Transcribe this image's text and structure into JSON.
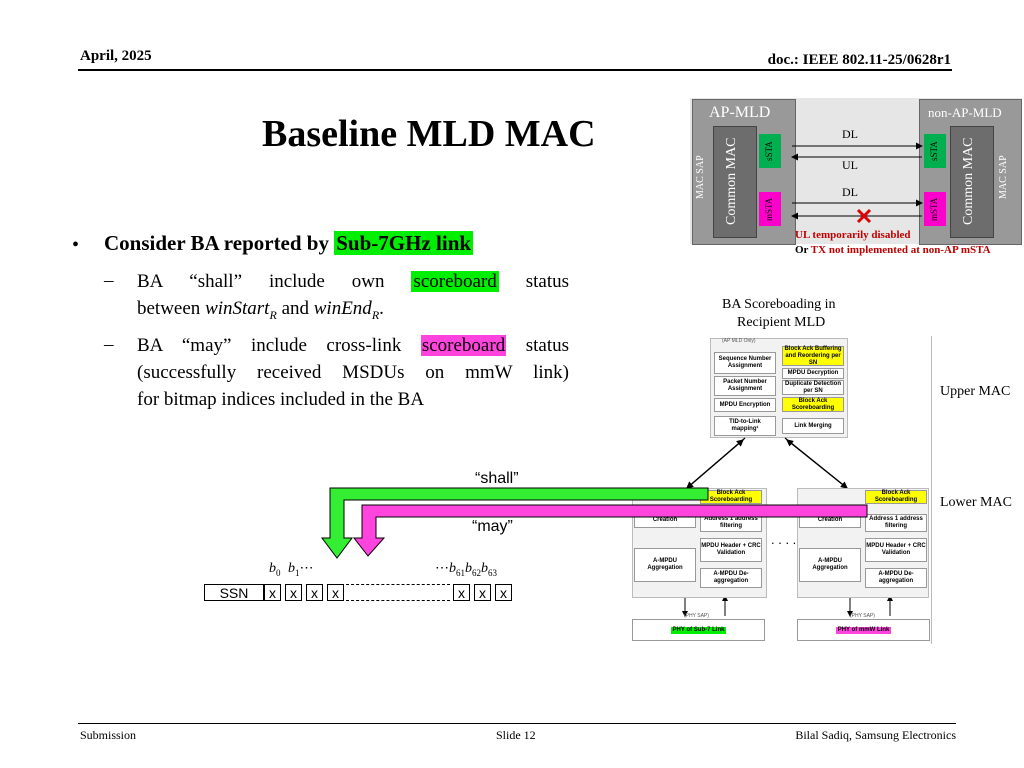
{
  "header": {
    "date": "April, 2025",
    "doc": "doc.: IEEE 802.11-25/0628r1"
  },
  "title": "Baseline MLD MAC",
  "bullet": {
    "prefix": "Consider BA reported by ",
    "highlight": "Sub-7GHz link"
  },
  "sub1": {
    "l1_a": "BA “shall” include own ",
    "l1_hl": "scoreboard",
    "l1_b": " status",
    "l2_a": "between ",
    "l2_var1": "winStart",
    "l2_sub1": "R",
    "l2_mid": " and ",
    "l2_var2": "winEnd",
    "l2_sub2": "R",
    "l2_end": "."
  },
  "sub2": {
    "l1_a": "BA “may” include cross-link ",
    "l1_hl": "scoreboard",
    "l1_b": " status",
    "l2": "(successfully received MSDUs on mmW link)",
    "l3": "for bitmap indices included in the BA"
  },
  "mld": {
    "ap_title": "AP-MLD",
    "nonap_title": "non-AP-MLD",
    "mac_sap": "MAC SAP",
    "common_mac": "Common MAC",
    "ssta": "sSTA",
    "msta": "mSTA",
    "dl1": "DL",
    "ul": "UL",
    "dl2": "DL",
    "note1": "UL temporarily disabled",
    "note2_or": "Or ",
    "note2": "TX not implemented at non-AP mSTA"
  },
  "scoreboarding_caption": {
    "l1": "BA Scoreboading  in",
    "l2": "Recipient MLD"
  },
  "mac_diagram": {
    "top_cut": "(AP MLD Only)",
    "upper_left": [
      "Sequence Number Assignment",
      "Packet Number Assignment",
      "MPDU Encryption",
      "TID-to-Link mapping¹"
    ],
    "upper_right": [
      "Block Ack Buffering and Reordering per SN",
      "MPDU Decryption",
      "Duplicate Detection per SN",
      "Block Ack Scoreboarding",
      "Link Merging"
    ],
    "upper_label": "Upper MAC",
    "lower_label": "Lower MAC",
    "lower_left_col": [
      "Creation",
      "A-MPDU Aggregation"
    ],
    "lower_right_col": [
      "Block Ack Scoreboarding",
      "Address 1 address filtering",
      "MPDU Header + CRC Validation",
      "A-MPDU De-aggregation"
    ],
    "dots": ". . . .",
    "phy_sap": "(PHY SAP)",
    "phy_sub7": "PHY of Sub-7 Link",
    "phy_mmw": "PHY of mmW Link"
  },
  "arrows": {
    "shall": "“shall”",
    "may": "“may”"
  },
  "bitmap": {
    "ssn": "SSN",
    "x": "x",
    "b0": "b",
    "b0s": "0",
    "b1": "b",
    "b1s": "1",
    "dots_left": "⋯",
    "dots_right": "⋯",
    "b61": "b",
    "b61s": "61",
    "b62": "b",
    "b62s": "62",
    "b63": "b",
    "b63s": "63"
  },
  "footer": {
    "left": "Submission",
    "center": "Slide 12",
    "right": "Bilal Sadiq, Samsung Electronics"
  },
  "colors": {
    "green": "#00ee00",
    "pink": "#ff44dd",
    "ssta": "#00b050",
    "msta": "#ff00cc",
    "red_note": "#c00000"
  }
}
